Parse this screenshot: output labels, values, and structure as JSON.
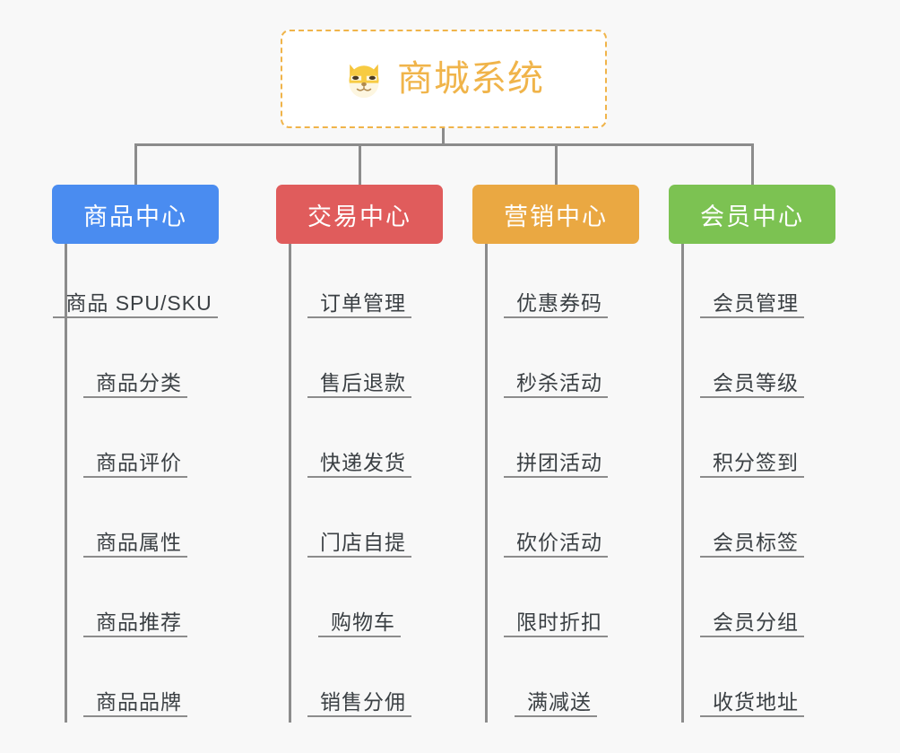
{
  "page": {
    "background_color": "#f8f8f8",
    "line_color": "#8c8c8c",
    "leaf_text_color": "#3b4044"
  },
  "root": {
    "title": "商城系统",
    "icon": "shiba-dog-face-icon",
    "text_color": "#f0b44a",
    "border_color": "#f0b44a",
    "background_color": "#ffffff"
  },
  "columns": [
    {
      "id": "product-center",
      "label": "商品中心",
      "color": "#4a8cf0",
      "items": [
        {
          "label": "商品 SPU/SKU"
        },
        {
          "label": "商品分类"
        },
        {
          "label": "商品评价"
        },
        {
          "label": "商品属性"
        },
        {
          "label": "商品推荐"
        },
        {
          "label": "商品品牌"
        }
      ]
    },
    {
      "id": "trade-center",
      "label": "交易中心",
      "color": "#e05c5c",
      "items": [
        {
          "label": "订单管理"
        },
        {
          "label": "售后退款"
        },
        {
          "label": "快递发货"
        },
        {
          "label": "门店自提"
        },
        {
          "label": "购物车"
        },
        {
          "label": "销售分佣"
        }
      ]
    },
    {
      "id": "marketing-center",
      "label": "营销中心",
      "color": "#eaa842",
      "items": [
        {
          "label": "优惠券码"
        },
        {
          "label": "秒杀活动"
        },
        {
          "label": "拼团活动"
        },
        {
          "label": "砍价活动"
        },
        {
          "label": "限时折扣"
        },
        {
          "label": "满减送"
        }
      ]
    },
    {
      "id": "member-center",
      "label": "会员中心",
      "color": "#7cc252",
      "items": [
        {
          "label": "会员管理"
        },
        {
          "label": "会员等级"
        },
        {
          "label": "积分签到"
        },
        {
          "label": "会员标签"
        },
        {
          "label": "会员分组"
        },
        {
          "label": "收货地址"
        }
      ]
    }
  ]
}
